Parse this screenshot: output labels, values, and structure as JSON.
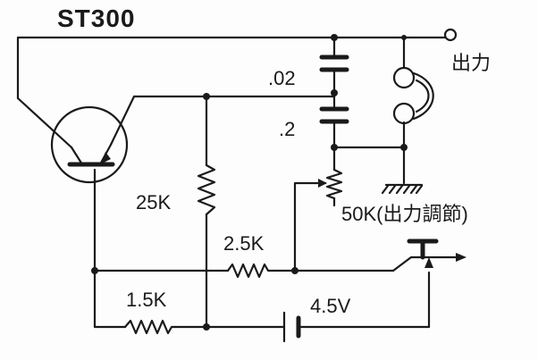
{
  "title": "ST300",
  "labels": {
    "output": "出力",
    "cap_top": ".02",
    "cap_bottom": ".2",
    "r_25k": "25K",
    "r_2_5k": "2.5K",
    "r_1_5k": "1.5K",
    "pot": "50K(出力調節)",
    "battery": "4.5V"
  }
}
